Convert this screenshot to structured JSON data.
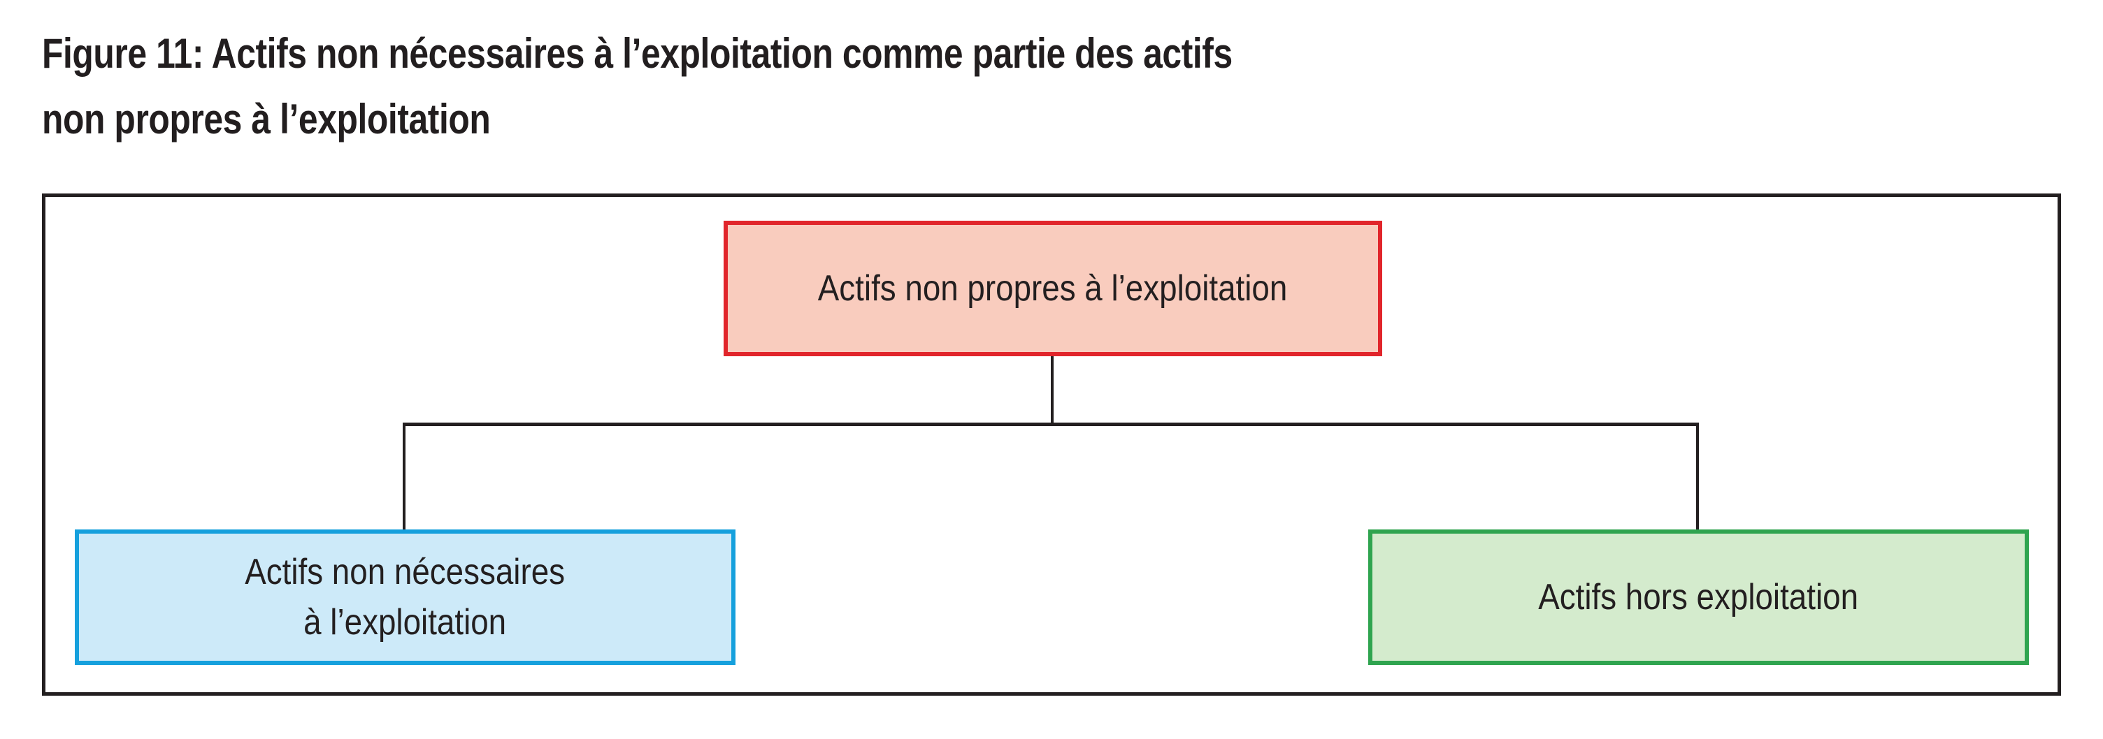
{
  "figure": {
    "title_line_1": "Figure 11: Actifs non nécessaires à l’exploitation comme partie des actifs",
    "title_line_2": "non propres à l’exploitation"
  },
  "diagram": {
    "type": "hierarchy-tree",
    "frame_border_color": "#231f20",
    "connector_color": "#231f20",
    "nodes": {
      "parent": {
        "label": "Actifs non propres à l’exploitation",
        "border_color": "#e1252b",
        "fill_color": "#f9ccbe"
      },
      "child_left": {
        "label": "Actifs non nécessaires\nà l’exploitation",
        "border_color": "#15a0dd",
        "fill_color": "#cdeaf9"
      },
      "child_right": {
        "label": "Actifs hors exploitation",
        "border_color": "#2fa44f",
        "fill_color": "#d4ebcd"
      }
    },
    "edges": [
      {
        "from": "parent",
        "to": "child_left"
      },
      {
        "from": "parent",
        "to": "child_right"
      }
    ]
  }
}
